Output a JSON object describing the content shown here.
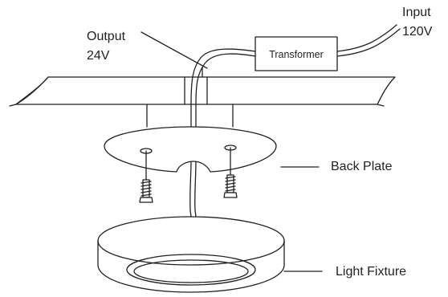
{
  "labels": {
    "input": "Input",
    "input_voltage": "120V",
    "output": "Output",
    "output_voltage": "24V",
    "transformer": "Transformer",
    "back_plate": "Back Plate",
    "light_fixture": "Light Fixture"
  },
  "colors": {
    "line": "#231f20",
    "background": "#ffffff"
  }
}
